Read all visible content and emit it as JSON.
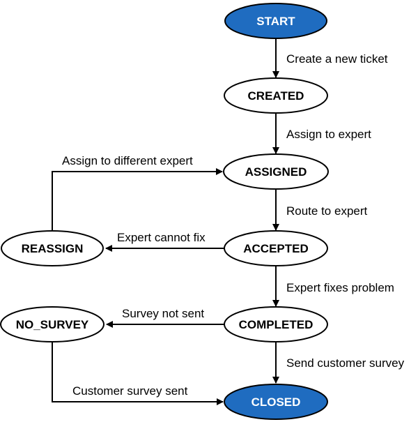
{
  "colors": {
    "start_end_fill": "#1f6cc0",
    "start_end_text": "#ffffff",
    "node_fill": "#ffffff",
    "node_stroke": "#000000",
    "node_text": "#000000",
    "edge": "#000000"
  },
  "nodes": {
    "start": "START",
    "created": "CREATED",
    "assigned": "ASSIGNED",
    "accepted": "ACCEPTED",
    "completed": "COMPLETED",
    "closed": "CLOSED",
    "reassign": "REASSIGN",
    "no_survey": "NO_SURVEY"
  },
  "edges": {
    "start_created": "Create a new ticket",
    "created_assigned": "Assign to expert",
    "assigned_accepted": "Route to expert",
    "accepted_completed": "Expert fixes problem",
    "completed_closed": "Send customer survey",
    "accepted_reassign": "Expert cannot fix",
    "reassign_assigned": "Assign to different expert",
    "completed_no_survey": "Survey not sent",
    "no_survey_closed": "Customer survey sent"
  }
}
